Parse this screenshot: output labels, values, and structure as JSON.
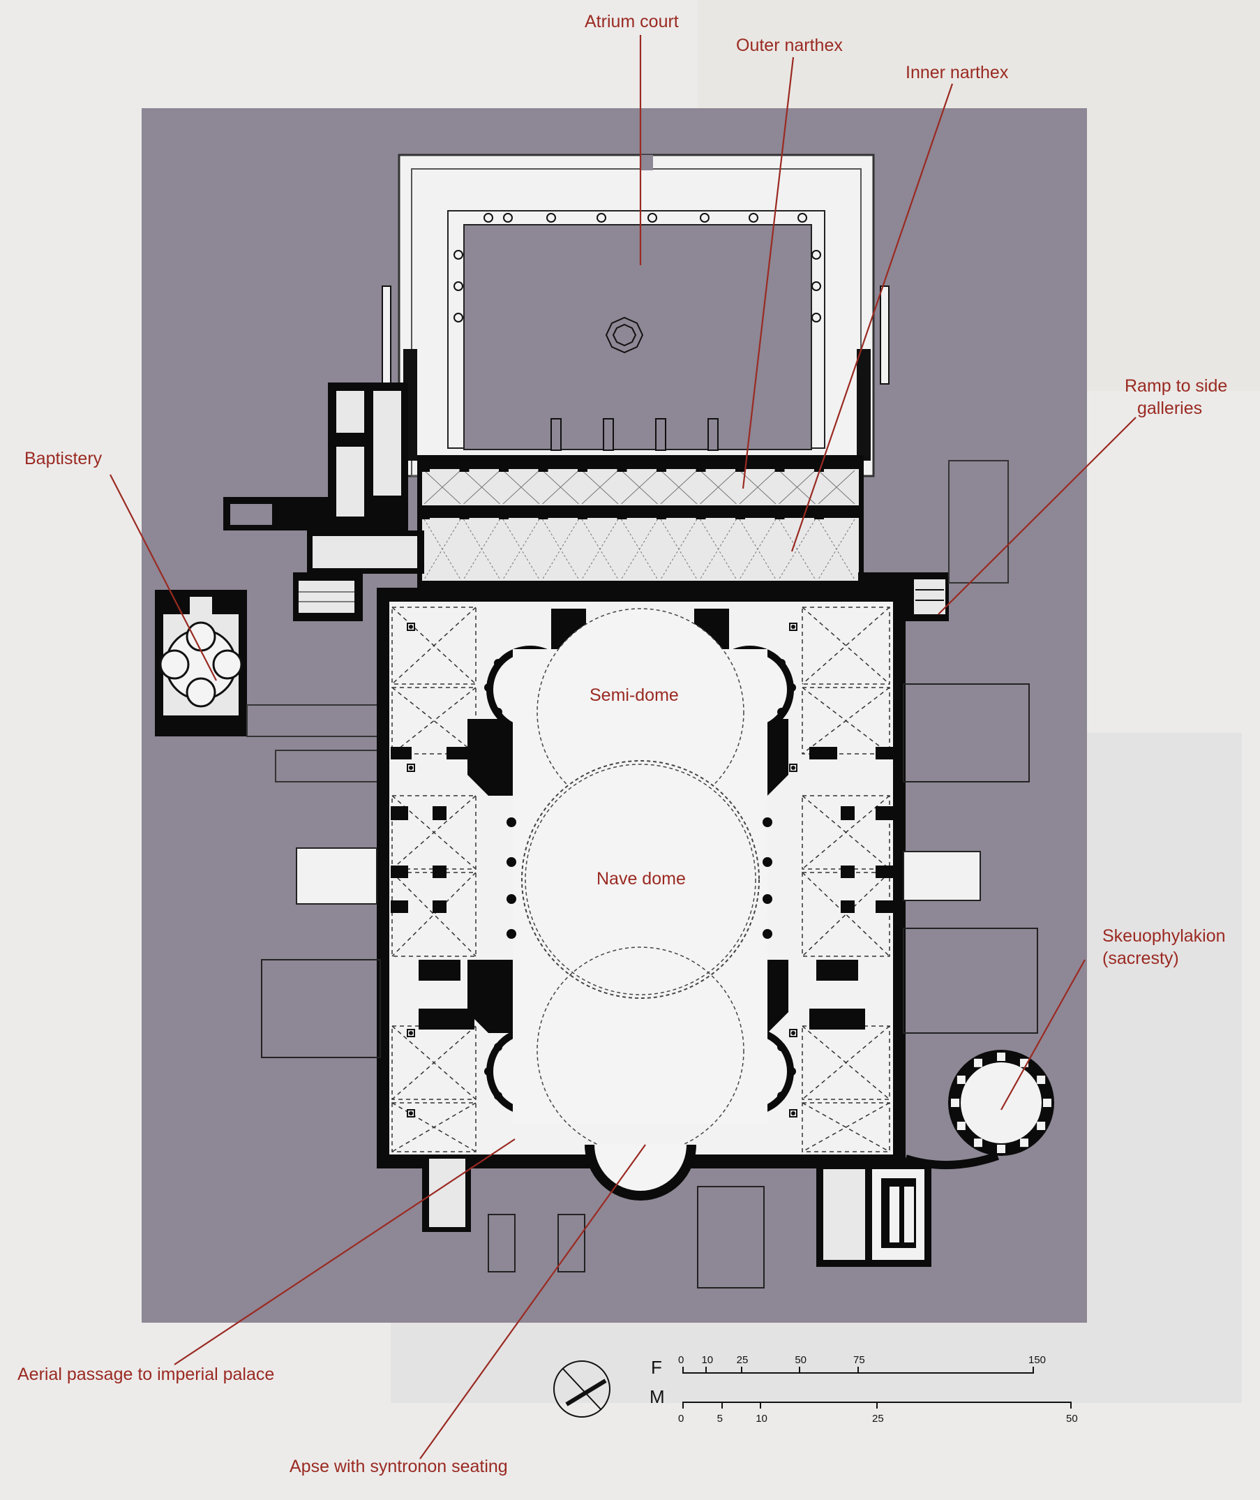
{
  "labels": {
    "atrium_court": "Atrium court",
    "outer_narthex": "Outer narthex",
    "inner_narthex": "Inner narthex",
    "ramp_line1": "Ramp to side",
    "ramp_line2": "galleries",
    "baptistery": "Baptistery",
    "semi_dome": "Semi-dome",
    "nave_dome": "Nave dome",
    "skeuophylakion_line1": "Skeuophylakion",
    "skeuophylakion_line2": "(sacresty)",
    "aerial_passage": "Aerial passage to imperial palace",
    "apse": "Apse with syntronon seating"
  },
  "scale": {
    "feet_letter": "F",
    "meters_letter": "M",
    "feet_ticks": [
      "0",
      "10",
      "25",
      "50",
      "75",
      "150"
    ],
    "meter_ticks": [
      "0",
      "5",
      "10",
      "25",
      "50"
    ]
  },
  "colors": {
    "site": "#8e8795",
    "wall": "#0b0b0b",
    "floor": "#f2f2f2",
    "annotation": "#9a2a22"
  },
  "icons": {
    "north_arrow": "north-arrow-icon"
  }
}
